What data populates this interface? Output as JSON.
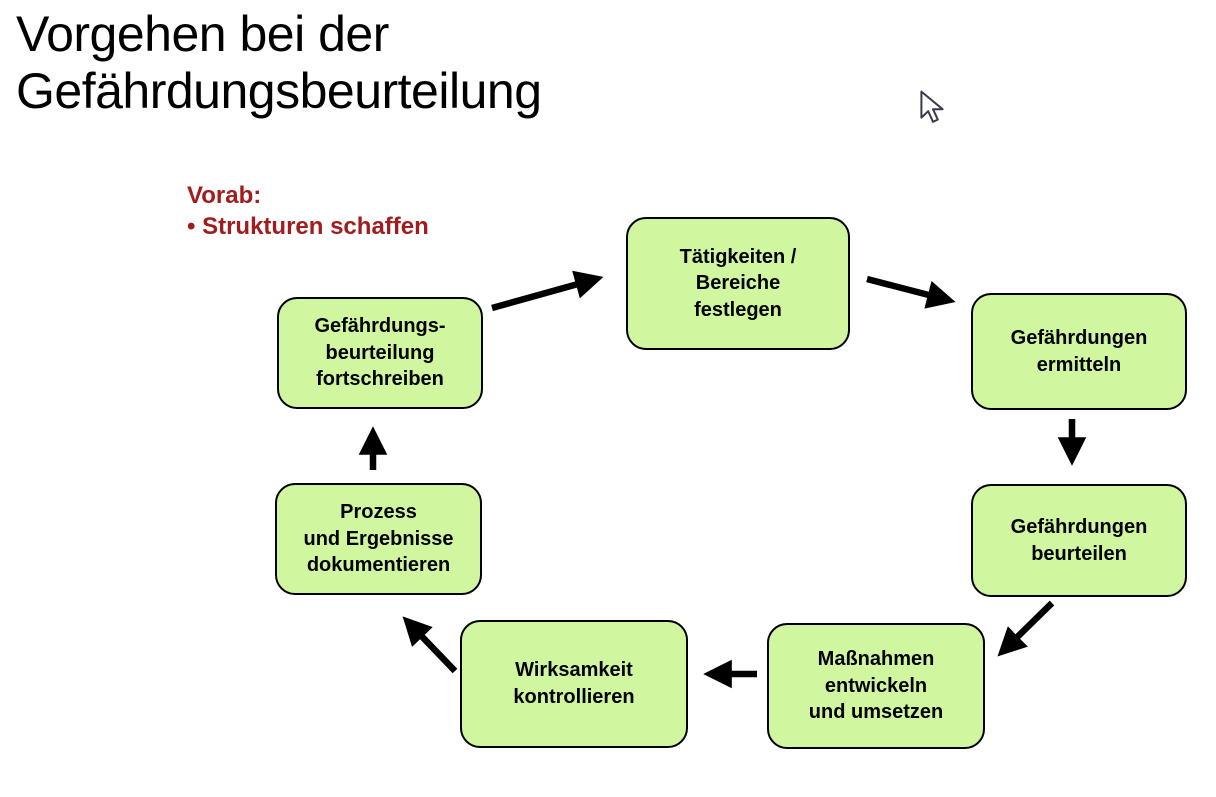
{
  "title": {
    "line1": "Vorgehen bei der",
    "line2": "Gefährdungsbeurteilung"
  },
  "note": {
    "line1": "Vorab:",
    "line2": "• Strukturen schaffen"
  },
  "colors": {
    "background": "#ffffff",
    "box_fill": "#d0f6a0",
    "box_border": "#000000",
    "arrow": "#000000",
    "note_text": "#a11c1c",
    "title_text": "#000000"
  },
  "diagram": {
    "type": "cycle-flowchart",
    "boxes": [
      {
        "id": "taetigkeiten",
        "lines": [
          "Tätigkeiten /",
          "Bereiche",
          "festlegen"
        ]
      },
      {
        "id": "ermitteln",
        "lines": [
          "Gefährdungen",
          "ermitteln"
        ]
      },
      {
        "id": "beurteilen",
        "lines": [
          "Gefährdungen",
          "beurteilen"
        ]
      },
      {
        "id": "massnahmen",
        "lines": [
          "Maßnahmen",
          "entwickeln",
          "und umsetzen"
        ]
      },
      {
        "id": "wirksamkeit",
        "lines": [
          "Wirksamkeit",
          "kontrollieren"
        ]
      },
      {
        "id": "dokumentieren",
        "lines": [
          "Prozess",
          "und Ergebnisse",
          "dokumentieren"
        ]
      },
      {
        "id": "fortschreiben",
        "lines": [
          "Gefährdungs-",
          "beurteilung",
          "fortschreiben"
        ]
      }
    ],
    "arrows": [
      {
        "from": "fortschreiben",
        "to": "taetigkeiten"
      },
      {
        "from": "taetigkeiten",
        "to": "ermitteln"
      },
      {
        "from": "ermitteln",
        "to": "beurteilen"
      },
      {
        "from": "beurteilen",
        "to": "massnahmen"
      },
      {
        "from": "massnahmen",
        "to": "wirksamkeit"
      },
      {
        "from": "wirksamkeit",
        "to": "dokumentieren"
      },
      {
        "from": "dokumentieren",
        "to": "fortschreiben"
      }
    ]
  }
}
